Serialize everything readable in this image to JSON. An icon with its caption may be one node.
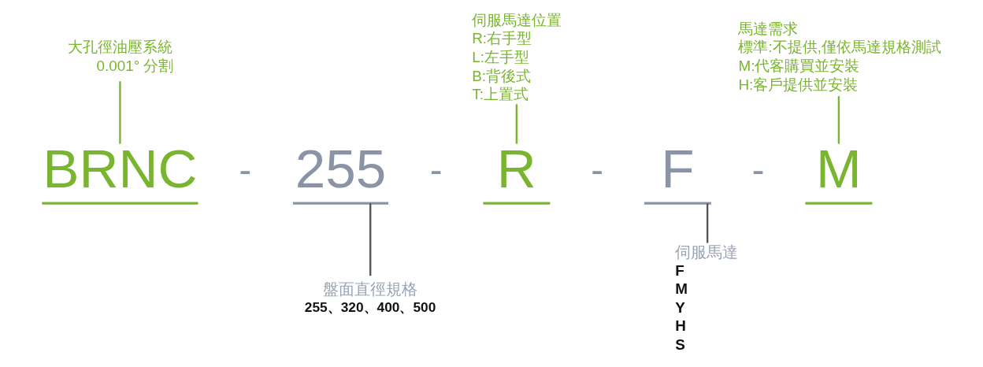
{
  "diagram": {
    "nodes": [
      {
        "text": [
          "大孔徑油壓系統",
          "0.001° 分割"
        ]
      },
      {
        "text": [
          "伺服馬達位置",
          "R:右手型",
          "L:左手型",
          "B:背後式",
          "T:上置式"
        ]
      },
      {
        "text": [
          "馬達需求",
          "標準:不提供,僅依馬達規格測試",
          "M:代客購買並安裝",
          "H:客戶提供並安裝"
        ]
      },
      {
        "text": [
          "BRNC"
        ]
      },
      {
        "text": [
          "255"
        ]
      },
      {
        "text": [
          "R"
        ]
      },
      {
        "text": [
          "F"
        ]
      },
      {
        "text": [
          "M"
        ]
      },
      {
        "text": [
          "盤面直徑規格",
          "255、320、400、500"
        ]
      },
      {
        "text": [
          "伺服馬達",
          "F",
          "M",
          "Y",
          "H",
          "S"
        ]
      }
    ],
    "edges": [
      {
        "from": 0,
        "to": 3,
        "arrow": "none"
      },
      {
        "from": 1,
        "to": 5,
        "arrow": "none"
      },
      {
        "from": 2,
        "to": 7,
        "arrow": "none"
      },
      {
        "from": 4,
        "to": 8,
        "arrow": "none",
        "color": "#555555"
      },
      {
        "from": 6,
        "to": 9,
        "arrow": "none",
        "color": "#555555"
      }
    ],
    "labels": [
      "-",
      "-",
      "-",
      "-"
    ]
  }
}
